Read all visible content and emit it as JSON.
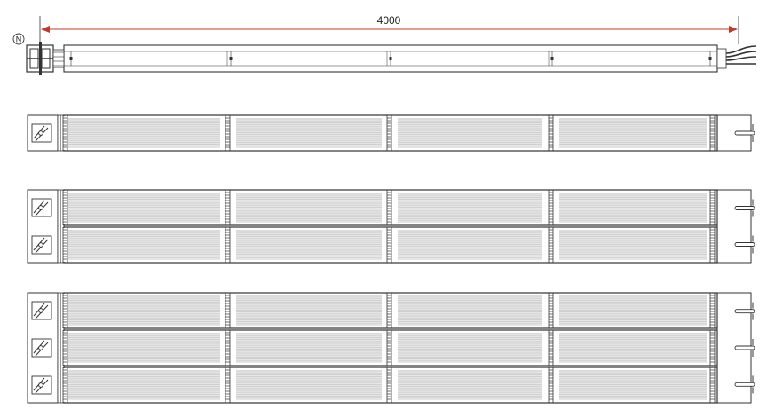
{
  "dimension": {
    "label": "4000",
    "arrow_color": "#c0392b"
  },
  "neutral_marker": {
    "label": "N"
  },
  "colors": {
    "line": "#333333",
    "busbar_light": "#e6e6e6",
    "busbar_stripe": "#c8c8c8",
    "background": "#ffffff"
  },
  "views": [
    {
      "name": "top-view"
    },
    {
      "name": "side-view-single",
      "busbars": 1
    },
    {
      "name": "side-view-double",
      "busbars": 2
    },
    {
      "name": "side-view-triple",
      "busbars": 3
    }
  ]
}
